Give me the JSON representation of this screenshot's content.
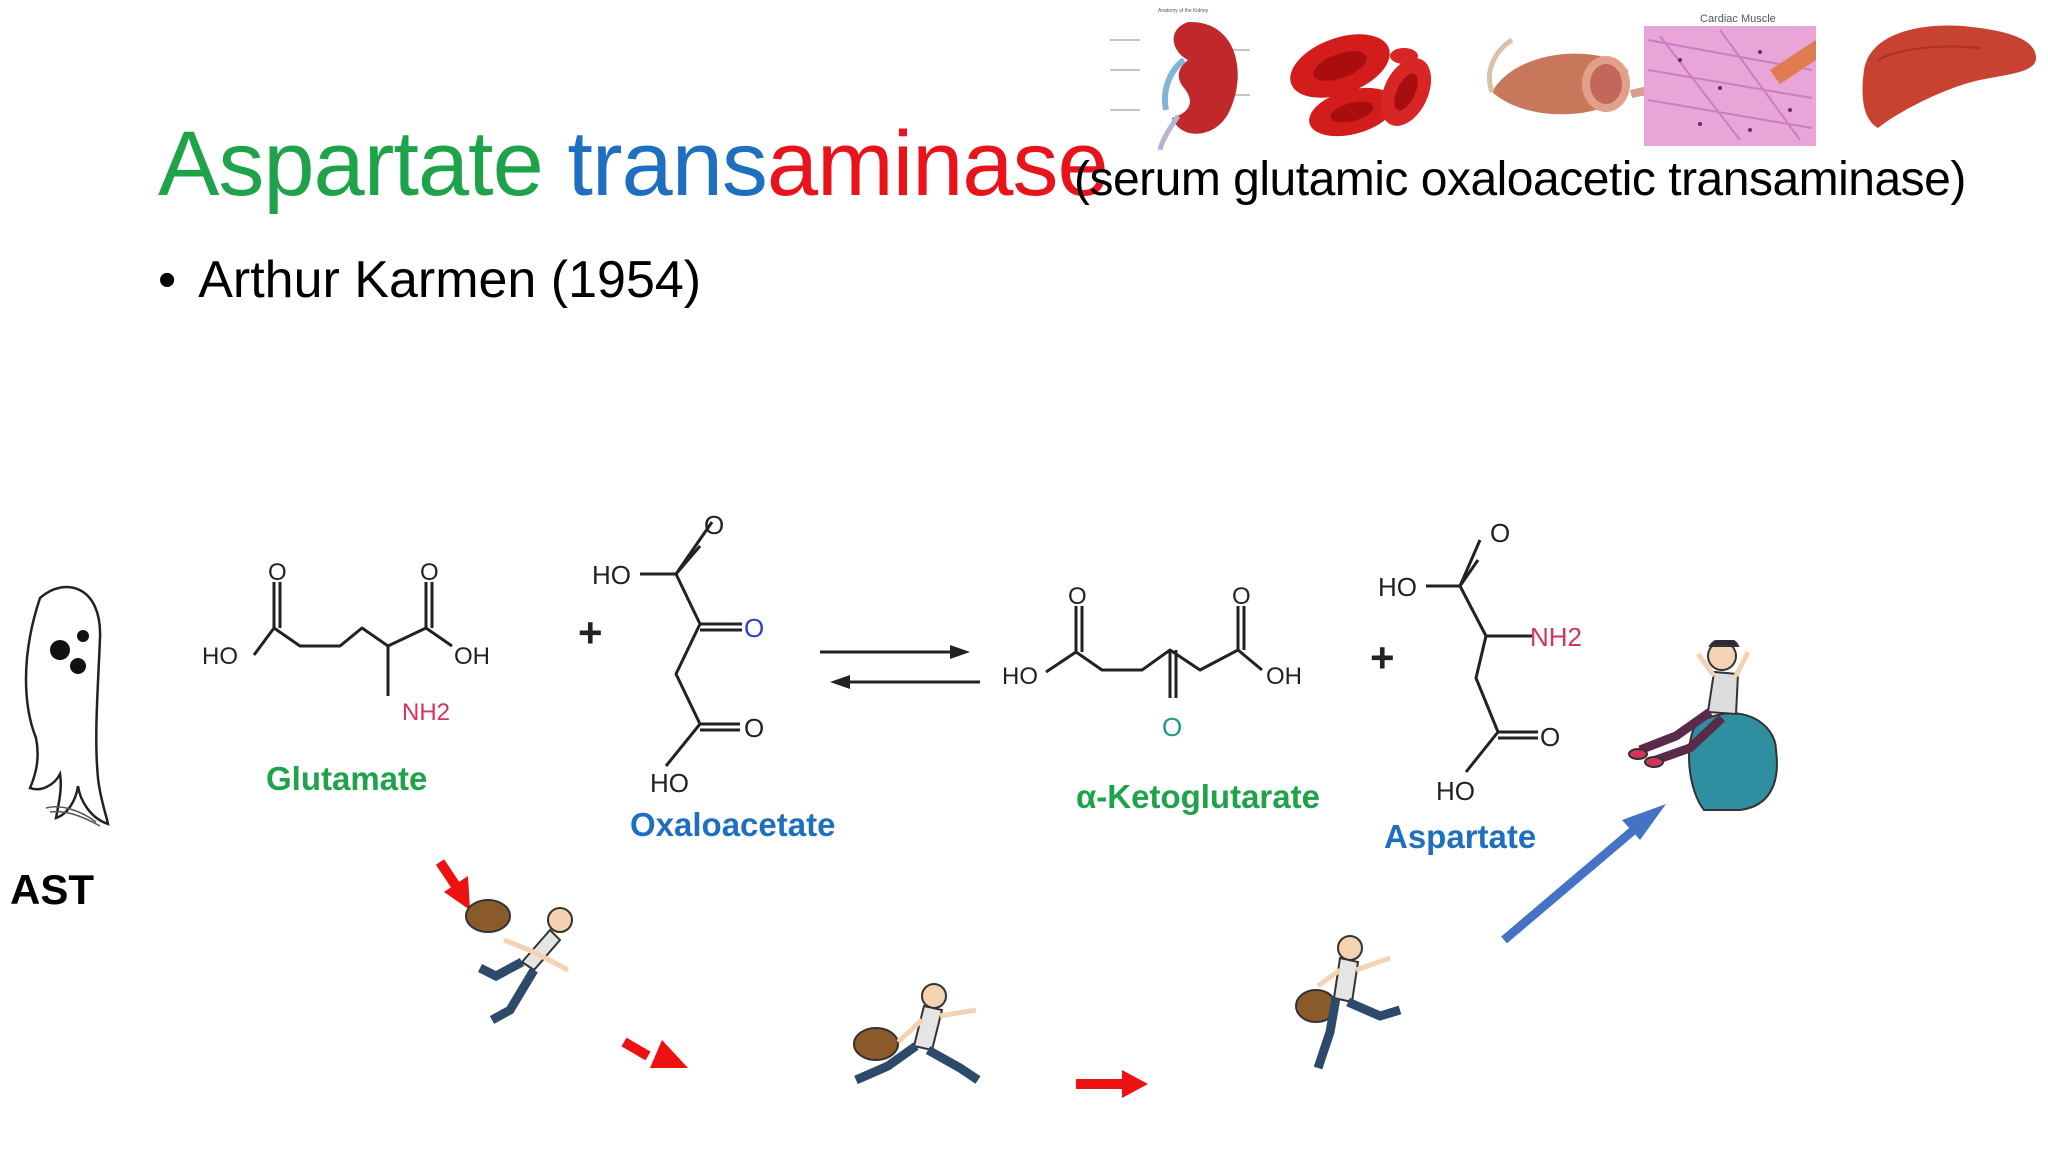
{
  "title": {
    "part1": "Aspartate",
    "part2": "trans",
    "part3": "aminase",
    "colors": {
      "part1": "#1ea24a",
      "part2": "#1f6fc0",
      "part3": "#e8131b"
    }
  },
  "subtitle": "(serum glutamic oxaloacetic transaminase)",
  "bullet": "Arthur Karmen (1954)",
  "enzyme_label": "AST",
  "organ_images": {
    "kidney": "kidney-diagram",
    "blood": "red-blood-cells",
    "muscle": "skeletal-muscle",
    "cardiac": {
      "label": "Cardiac Muscle"
    },
    "liver": "liver"
  },
  "reaction": {
    "molecules": {
      "glutamate": {
        "name": "Glutamate",
        "color": "#1ea24a"
      },
      "oxaloacetate": {
        "name": "Oxaloacetate",
        "color": "#1f6fc0"
      },
      "ketoglutarate": {
        "name": "α-Ketoglutarate",
        "color": "#1ea24a"
      },
      "aspartate": {
        "name": "Aspartate",
        "color": "#1f6fc0"
      }
    },
    "atom_labels": {
      "O": "O",
      "HO": "HO",
      "OH": "OH",
      "NH2": "NH2"
    },
    "plus": "+"
  },
  "colors": {
    "arrow_red": "#ee1111",
    "arrow_blue": "#4472c4",
    "amine_red": "#d6335a",
    "ketone_blue": "#2a3fd0",
    "ketone_teal": "#1a9a8a"
  }
}
